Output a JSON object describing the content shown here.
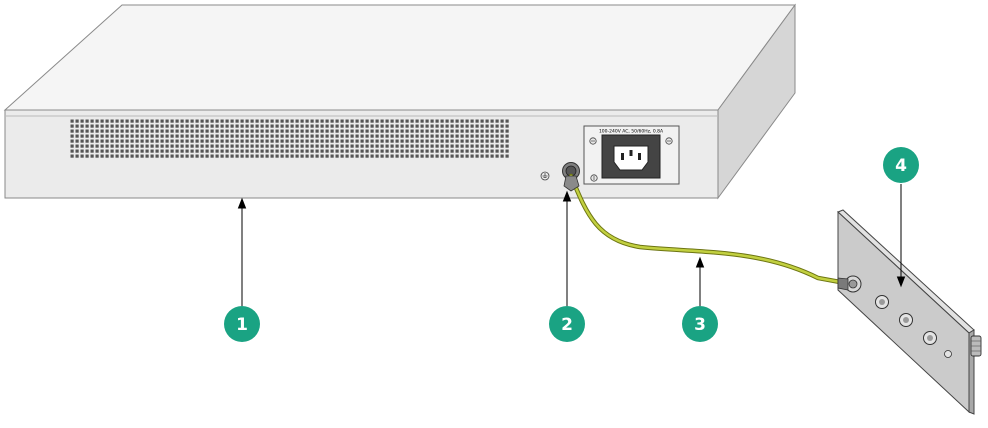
{
  "diagram": {
    "power_label": "100-240V AC, 50/60Hz, 0.8A",
    "callouts": [
      {
        "number": "1",
        "color": "#1aa383"
      },
      {
        "number": "2",
        "color": "#1aa383"
      },
      {
        "number": "3",
        "color": "#1aa383"
      },
      {
        "number": "4",
        "color": "#1aa383"
      }
    ],
    "colors": {
      "chassis_top": "#f4f4f4",
      "chassis_front": "#e9e9e9",
      "chassis_side": "#d4d4d4",
      "vent": "#555555",
      "ground_cable": "#b5c534",
      "ground_plate": "#c9c9c9",
      "callout": "#1aa383"
    }
  }
}
